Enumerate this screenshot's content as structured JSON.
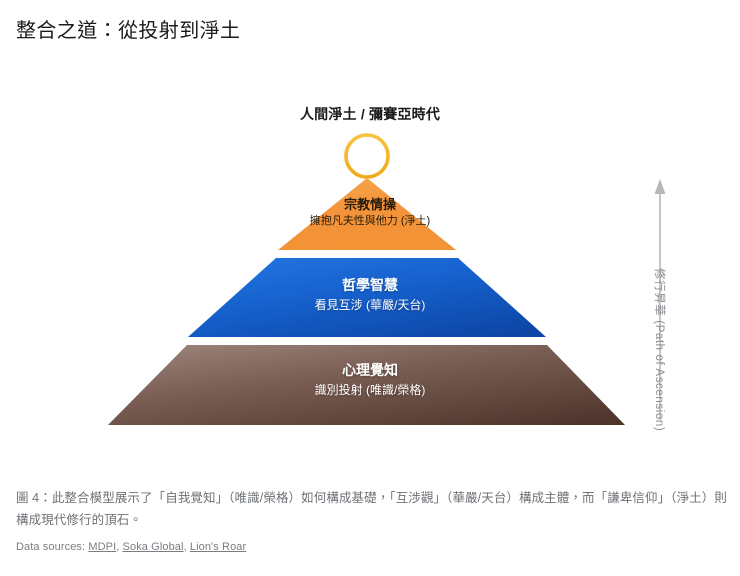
{
  "page": {
    "title": "整合之道：從投射到淨土"
  },
  "diagram": {
    "type": "pyramid",
    "apex": {
      "label": "人間淨土 / 彌賽亞時代",
      "icon": "circle-outline",
      "color": "#F5B32A"
    },
    "tiers": [
      {
        "id": "religious-sentiment",
        "title": "宗教情操",
        "subtitle": "擁抱凡夫性與他力 (淨土)",
        "color": "#F4933B",
        "color_dark": "#F2A24A",
        "text_color": "#241a08",
        "level": 3
      },
      {
        "id": "philosophical-wisdom",
        "title": "哲學智慧",
        "subtitle": "看見互涉 (華嚴/天台)",
        "color": "#1B66D6",
        "color_dark": "#0F4DAE",
        "text_color": "#FFFFFF",
        "level": 2
      },
      {
        "id": "psychological-awareness",
        "title": "心理覺知",
        "subtitle": "識別投射 (唯識/榮格)",
        "color": "#8D7268",
        "color_dark": "#53392F",
        "text_color": "#FFFFFF",
        "level": 1
      }
    ],
    "axis": {
      "label": "修行昇華 (Path of Ascension)",
      "direction": "up",
      "color": "#A6A9AC"
    }
  },
  "caption": {
    "text": "圖 4：此整合模型展示了「自我覺知」（唯識/榮格）如何構成基礎，「互涉觀」（華嚴/天台）構成主體，而「謙卑信仰」（淨土）則構成現代修行的頂石。"
  },
  "sources": {
    "prefix": "Data sources: ",
    "items": [
      {
        "label": "MDPI"
      },
      {
        "label": "Soka Global"
      },
      {
        "label": "Lion's Roar"
      }
    ],
    "separator": ", "
  }
}
